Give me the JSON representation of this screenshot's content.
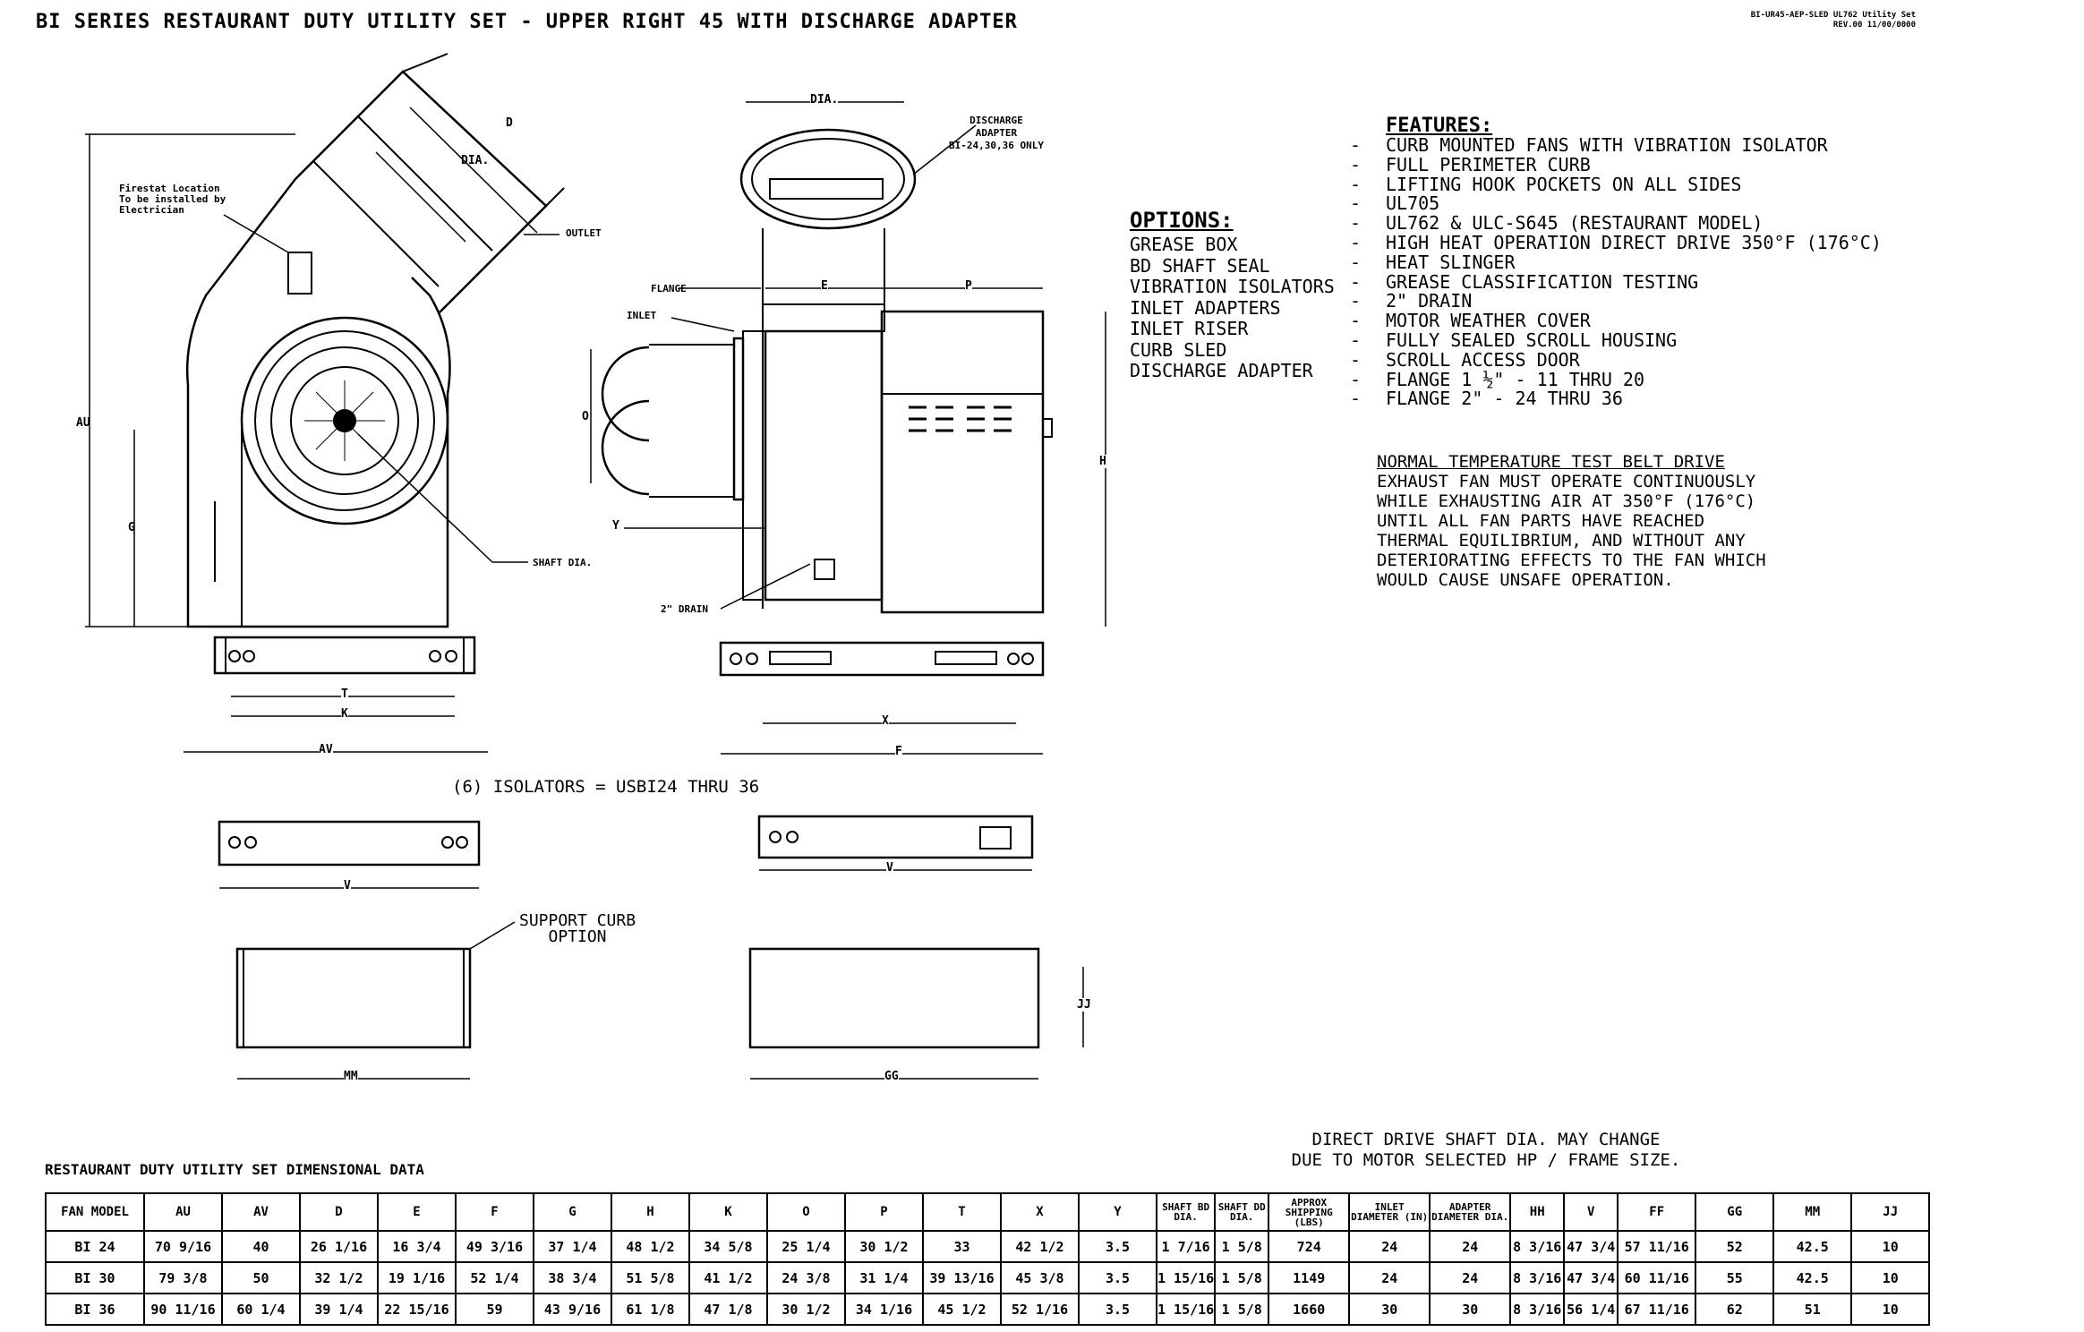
{
  "title": "BI SERIES RESTAURANT DUTY UTILITY SET - UPPER RIGHT 45 WITH DISCHARGE ADAPTER",
  "doc_id": {
    "line1": "BI-UR45-AEP-SLED UL762 Utility Set",
    "line2": "REV.00   11/00/0000"
  },
  "side_view_labels": {
    "d": "D",
    "dia": "DIA.",
    "outlet": "OUTLET",
    "au": "AU",
    "g": "G",
    "shaft_dia": "SHAFT DIA.",
    "t": "T",
    "k": "K",
    "av": "AV",
    "firestat": "Firestat Location\nTo be installed by\nElectrician"
  },
  "front_view_labels": {
    "dia": "DIA.",
    "discharge_adapter": "DISCHARGE\nADAPTER\nBI-24,30,36 ONLY",
    "flange": "FLANGE",
    "e": "E",
    "p": "P",
    "inlet": "INLET",
    "o": "O",
    "y": "Y",
    "h": "H",
    "drain": "2\" DRAIN",
    "x": "X",
    "f": "F"
  },
  "isolators_label": "(6) ISOLATORS = USBI24 THRU 36",
  "isolator_labels": {
    "v1": "V",
    "v2": "V"
  },
  "curb_labels": {
    "support_curb": "SUPPORT CURB\nOPTION",
    "mm": "MM",
    "gg": "GG",
    "jj": "JJ"
  },
  "options": {
    "heading": "OPTIONS:",
    "items": [
      "GREASE BOX",
      "BD SHAFT SEAL",
      "VIBRATION ISOLATORS",
      "INLET ADAPTERS",
      "INLET RISER",
      "CURB SLED",
      "DISCHARGE ADAPTER"
    ]
  },
  "features": {
    "heading": "FEATURES:",
    "items": [
      "CURB MOUNTED FANS WITH VIBRATION ISOLATOR",
      "FULL PERIMETER CURB",
      "LIFTING HOOK POCKETS ON ALL SIDES",
      "UL705",
      "UL762 & ULC-S645 (RESTAURANT MODEL)",
      "HIGH HEAT OPERATION DIRECT DRIVE 350°F (176°C)",
      "HEAT SLINGER",
      "GREASE CLASSIFICATION TESTING",
      "2\" DRAIN",
      "MOTOR WEATHER COVER",
      "FULLY SEALED SCROLL HOUSING",
      "SCROLL ACCESS DOOR",
      "FLANGE 1 ½\" - 11 THRU 20",
      "FLANGE 2\" - 24 THRU 36"
    ]
  },
  "temperature_note": [
    "NORMAL TEMPERATURE TEST BELT DRIVE",
    "EXHAUST FAN MUST OPERATE CONTINUOUSLY",
    "WHILE EXHAUSTING AIR AT 350°F (176°C)",
    "UNTIL ALL FAN PARTS HAVE REACHED",
    "THERMAL EQUILIBRIUM, AND WITHOUT ANY",
    "DETERIORATING EFFECTS TO THE FAN WHICH",
    "WOULD CAUSE UNSAFE OPERATION."
  ],
  "shaft_note": [
    "DIRECT DRIVE SHAFT DIA. MAY CHANGE",
    "DUE TO MOTOR SELECTED HP / FRAME SIZE."
  ],
  "table": {
    "caption": "RESTAURANT DUTY UTILITY SET DIMENSIONAL DATA",
    "headers": [
      "FAN MODEL",
      "AU",
      "AV",
      "D",
      "E",
      "F",
      "G",
      "H",
      "K",
      "O",
      "P",
      "T",
      "X",
      "Y",
      "SHAFT BD DIA.",
      "SHAFT DD DIA.",
      "APPROX SHIPPING (LBS)",
      "INLET DIAMETER (IN)",
      "ADAPTER DIAMETER DIA.",
      "HH",
      "V",
      "FF",
      "GG",
      "MM",
      "JJ"
    ],
    "rows": [
      [
        "BI 24",
        "70 9/16",
        "40",
        "26 1/16",
        "16 3/4",
        "49 3/16",
        "37 1/4",
        "48 1/2",
        "34 5/8",
        "25 1/4",
        "30 1/2",
        "33",
        "42 1/2",
        "3.5",
        "1 7/16",
        "1 5/8",
        "724",
        "24",
        "24",
        "8 3/16",
        "47 3/4",
        "57 11/16",
        "52",
        "42.5",
        "10"
      ],
      [
        "BI 30",
        "79 3/8",
        "50",
        "32 1/2",
        "19 1/16",
        "52 1/4",
        "38 3/4",
        "51 5/8",
        "41 1/2",
        "24 3/8",
        "31 1/4",
        "39 13/16",
        "45 3/8",
        "3.5",
        "1 15/16",
        "1 5/8",
        "1149",
        "24",
        "24",
        "8 3/16",
        "47 3/4",
        "60 11/16",
        "55",
        "42.5",
        "10"
      ],
      [
        "BI 36",
        "90 11/16",
        "60 1/4",
        "39 1/4",
        "22 15/16",
        "59",
        "43 9/16",
        "61 1/8",
        "47 1/8",
        "30 1/2",
        "34 1/16",
        "45 1/2",
        "52 1/16",
        "3.5",
        "1 15/16",
        "1 5/8",
        "1660",
        "30",
        "30",
        "8 3/16",
        "56 1/4",
        "67 11/16",
        "62",
        "51",
        "10"
      ]
    ]
  }
}
